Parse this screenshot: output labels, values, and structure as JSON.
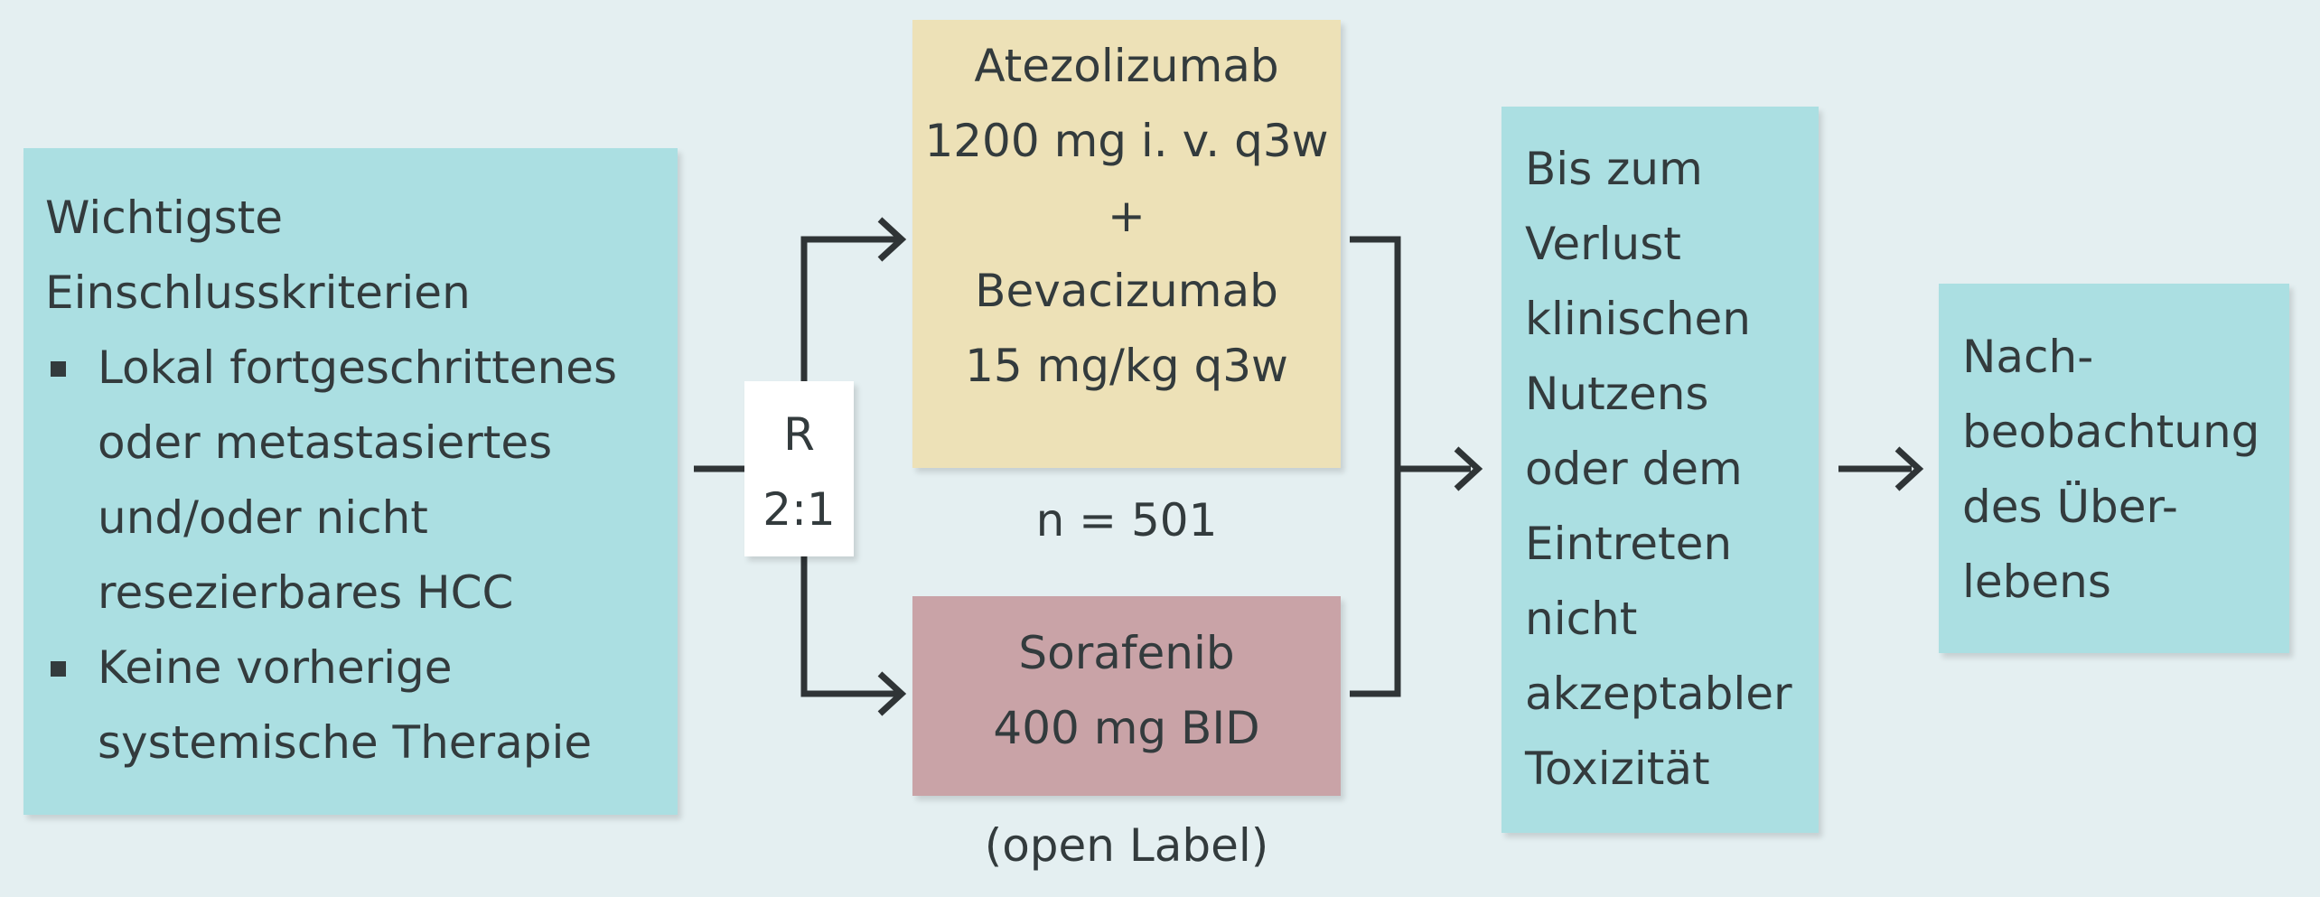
{
  "criteria": {
    "title_line1": "Wichtigste",
    "title_line2": "Einschlusskriterien",
    "bullet1": [
      "Lokal fortgeschrittenes",
      "oder metastasiertes",
      "und/oder nicht",
      "resezierbares HCC"
    ],
    "bullet2": [
      "Keine vorherige",
      "systemische Therapie"
    ]
  },
  "randomization": {
    "label": "R",
    "ratio": "2:1"
  },
  "arm1": {
    "lines": [
      "Atezolizumab",
      "1200 mg i. v. q3w",
      "+",
      "Bevacizumab",
      "15 mg/kg q3w"
    ]
  },
  "n_label": "n = 501",
  "arm2": {
    "lines": [
      "Sorafenib",
      "400 mg BID"
    ]
  },
  "open_label": "(open Label)",
  "until": {
    "lines": [
      "Bis zum",
      "Verlust",
      "klinischen",
      "Nutzens",
      "oder dem",
      "Eintreten",
      "nicht",
      "akzeptabler",
      "Toxizität"
    ]
  },
  "followup": {
    "lines": [
      "Nach-",
      "beobachtung",
      "des Über-",
      "lebens"
    ]
  },
  "colors": {
    "background": "#e4eff1",
    "teal_box": "#abdfe2",
    "yellow_box": "#ede1b7",
    "pink_box": "#c9a3a7",
    "line": "#2f3436"
  }
}
